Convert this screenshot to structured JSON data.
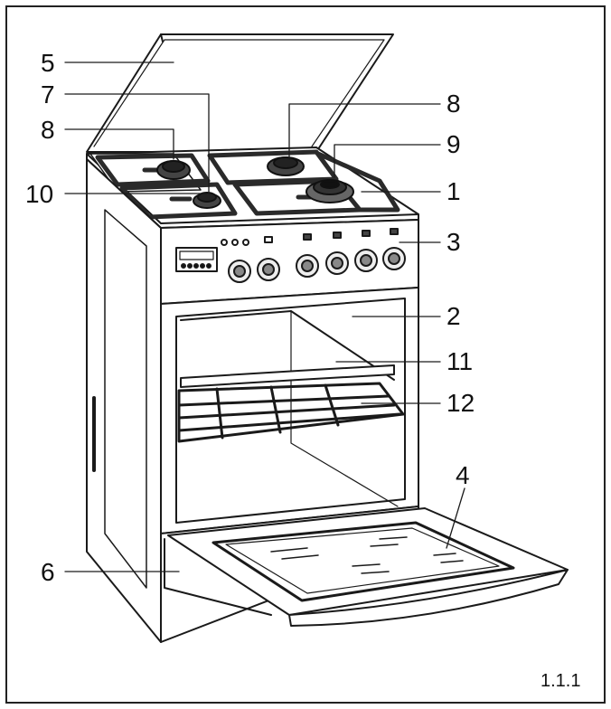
{
  "figure_number": "1.1.1",
  "labels": {
    "l1": "1",
    "l2": "2",
    "l3": "3",
    "l4": "4",
    "l5": "5",
    "l6": "6",
    "l7": "7",
    "l8a": "8",
    "l8b": "8",
    "l9": "9",
    "l10": "10",
    "l11": "11",
    "l12": "12"
  }
}
